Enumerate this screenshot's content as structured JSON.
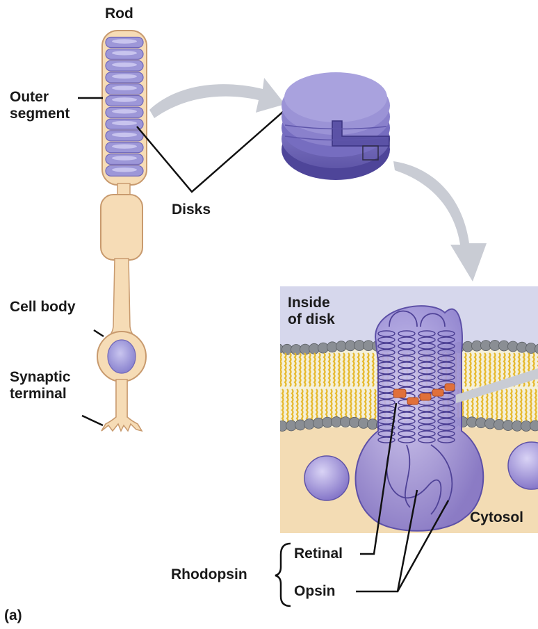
{
  "labels": {
    "rod": "Rod",
    "outer_segment": [
      "Outer",
      "segment"
    ],
    "disks": "Disks",
    "cell_body": "Cell body",
    "synaptic_terminal": [
      "Synaptic",
      "terminal"
    ],
    "inside_of_disk": [
      "Inside",
      "of disk"
    ],
    "cytosol": "Cytosol",
    "rhodopsin": "Rhodopsin",
    "retinal": "Retinal",
    "opsin": "Opsin",
    "panel": "(a)"
  },
  "colors": {
    "cell_fill": "#f6dcb6",
    "cell_outline": "#c89a6e",
    "disk_fill": "#9d97d8",
    "disk_dark": "#6f66b8",
    "nucleus": "#9e98d6",
    "arrow": "#c9ccd4",
    "membrane_bg": "#d6d7ec",
    "cytosol_bg": "#f3dcb4",
    "lipid_head": "#8a8e94",
    "lipid_tail": "#e6b92c",
    "protein": "#8f82d0",
    "retinal_color": "#e0703a"
  }
}
